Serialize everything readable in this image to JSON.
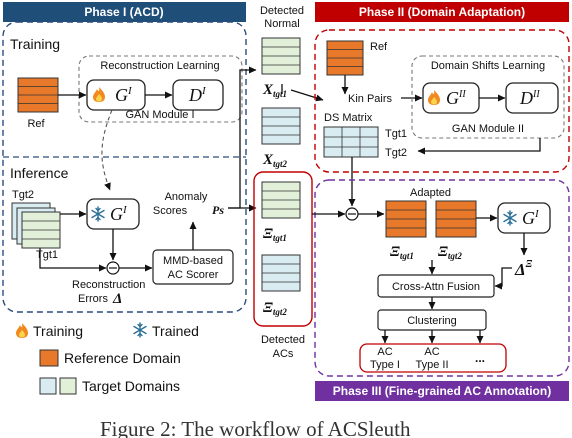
{
  "colors": {
    "phase1_header": "#1f4e79",
    "phase2_header": "#c00000",
    "phase3_header": "#7030a0",
    "reference": "#e8792b",
    "target_blue": "#d9ecf2",
    "target_green": "#e2efd9",
    "phase1_border": "#2b4c7e",
    "phase2_border": "#c00000",
    "phase3_border": "#7030a0"
  },
  "phase1": {
    "header": "Phase I (ACD)",
    "training_label": "Training",
    "inference_label": "Inference",
    "reconstruction_learning": "Reconstruction Learning",
    "gan_module": "GAN Module I",
    "ref_label": "Ref",
    "generator": "G",
    "generator_sup": "I",
    "discriminator": "D",
    "discriminator_sup": "I",
    "tgt2_label": "Tgt2",
    "tgt1_label": "Tgt1",
    "anomaly_scores_line1": "Anomaly",
    "anomaly_scores_line2": "Scores",
    "anomaly_symbol": "Ps",
    "mmd_line1": "MMD-based",
    "mmd_line2": "AC Scorer",
    "recon_line1": "Reconstruction",
    "recon_line2": "Errors",
    "recon_symbol": "Δ"
  },
  "middle": {
    "detected_normal_line1": "Detected",
    "detected_normal_line2": "Normal",
    "x_tgt1": "X",
    "x_tgt1_sub": "tgt1",
    "x_tgt2": "X",
    "x_tgt2_sub": "tgt2",
    "xi_tgt1": "Ξ",
    "xi_tgt1_sub": "tgt1",
    "xi_tgt2": "Ξ",
    "xi_tgt2_sub": "tgt2",
    "detected_acs_line1": "Detected",
    "detected_acs_line2": "ACs"
  },
  "phase2": {
    "header": "Phase II (Domain Adaptation)",
    "ref_label": "Ref",
    "kin_pairs": "Kin Pairs",
    "domain_shifts": "Domain Shifts Learning",
    "gan_module": "GAN Module II",
    "generator": "G",
    "generator_sup": "II",
    "discriminator": "D",
    "discriminator_sup": "II",
    "ds_matrix": "DS Matrix",
    "tgt1_label": "Tgt1",
    "tgt2_label": "Tgt2"
  },
  "phase3": {
    "header": "Phase III (Fine-grained AC Annotation)",
    "adapted": "Adapted",
    "xi_tgt1": "Ξ",
    "xi_tgt1_sub": "tgt1",
    "xi_tgt2": "Ξ",
    "xi_tgt2_sub": "tgt2",
    "generator": "G",
    "generator_sup": "I",
    "delta": "Δ",
    "delta_sup": "Ξ",
    "cross_attn": "Cross-Attn Fusion",
    "clustering": "Clustering",
    "ac_type1_line1": "AC",
    "ac_type1_line2": "Type I",
    "ac_type2_line1": "AC",
    "ac_type2_line2": "Type II",
    "ellipsis": "..."
  },
  "legend": {
    "training": "Training",
    "trained": "Trained",
    "reference_domain": "Reference Domain",
    "target_domains": "Target Domains"
  },
  "caption": "Figure 2: The workflow of ACSleuth"
}
